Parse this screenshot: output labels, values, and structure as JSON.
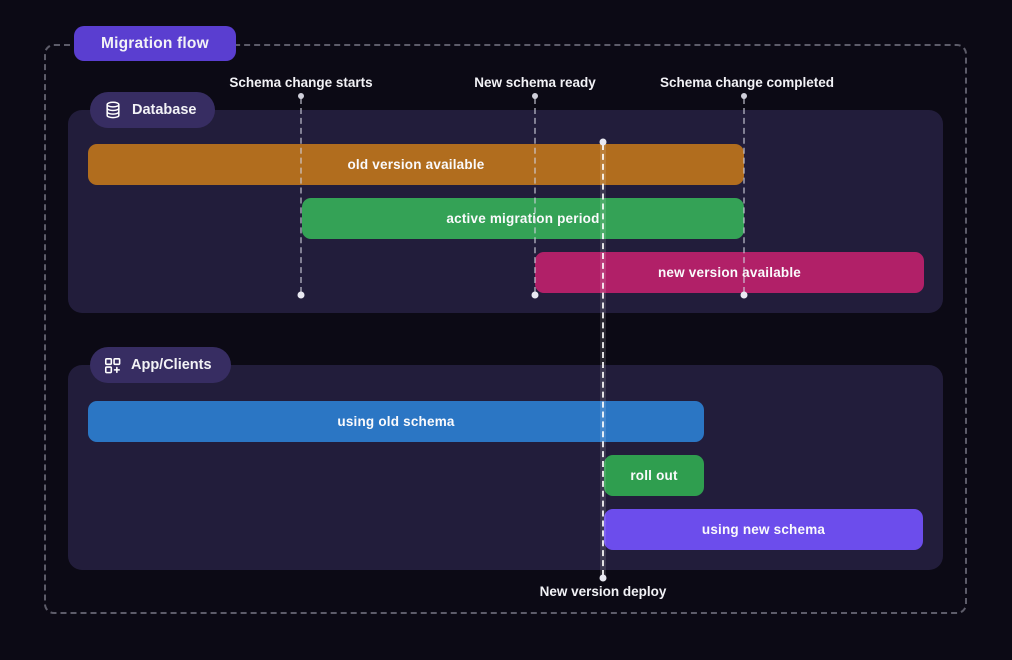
{
  "title": "Migration flow",
  "colors": {
    "background": "#0c0a15",
    "panel": "#221d3b",
    "section_pill": "#372d62",
    "title_pill": "#5a3ed0",
    "bar_old_version": "#b16d1e",
    "bar_active_migration": "#34a256",
    "bar_new_version": "#b12068",
    "bar_using_old": "#2b76c4",
    "bar_roll_out": "#2f9e4f",
    "bar_using_new": "#6c4dec"
  },
  "milestones": [
    {
      "id": "schema-change-starts",
      "label": "Schema change starts"
    },
    {
      "id": "new-schema-ready",
      "label": "New schema ready"
    },
    {
      "id": "schema-change-completed",
      "label": "Schema change completed"
    },
    {
      "id": "new-version-deploy",
      "label": "New version deploy"
    }
  ],
  "sections": [
    {
      "label": "Database",
      "icon": "database-icon",
      "bars": [
        {
          "label": "old version available"
        },
        {
          "label": "active migration period"
        },
        {
          "label": "new version available"
        }
      ]
    },
    {
      "label": "App/Clients",
      "icon": "apps-icon",
      "bars": [
        {
          "label": "using old schema"
        },
        {
          "label": "roll out"
        },
        {
          "label": "using new schema"
        }
      ]
    }
  ]
}
